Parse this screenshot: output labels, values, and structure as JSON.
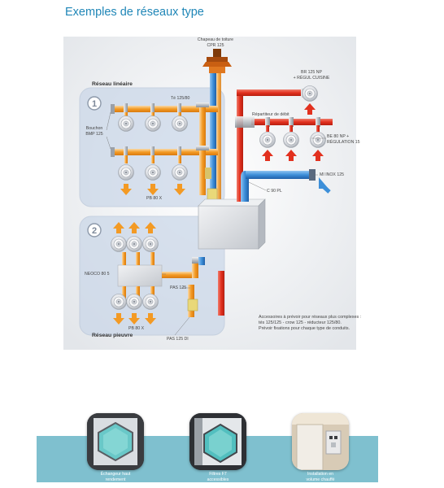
{
  "title": "Exemples de réseaux type",
  "labels": {
    "chapeau": "Chapeau de toiture",
    "chapeau_ref": "CPR 125",
    "reseau_lineaire": "Réseau linéaire",
    "reseau_pieuvre": "Réseau pieuvre",
    "te": "Té 125/80",
    "bouchon_1": "Bouchon",
    "bouchon_2": "BMP 125",
    "pb80_top": "PB 80 X",
    "pb80_bottom": "PB 80 X",
    "bf125_1": "BR 125 NP",
    "bf125_2": "+ RÉGUL CUISINE",
    "repartiteur": "Répartiteur de débit",
    "bo80_1": "BE 80 NP +",
    "bo80_2": "RÉGULATION 15",
    "mi_inox": "MI INOX 125",
    "c90": "C 90 PL",
    "neoco": "NEOCO 80 5",
    "pas125": "PAS 125",
    "pas125di": "PAS 125 DI",
    "num1": "1",
    "num2": "2"
  },
  "note": {
    "line1": "Accessoires à prévoir pour réseaux plus complexes :",
    "line2": "tés 125/125 - crow 125 - réducteur 125/80.",
    "line3": "Prévoir fixations pour chaque type de conduits."
  },
  "banner": {
    "items": [
      {
        "line1": "Échangeur haut",
        "line2": "rendement"
      },
      {
        "line1": "Filtres F7",
        "line2": "accessibles"
      },
      {
        "line1": "Installation en",
        "line2": "volume chauffé"
      }
    ]
  },
  "colors": {
    "title": "#1f86b7",
    "extract": "#f39a24",
    "supply_hot": "#e2311f",
    "fresh_air": "#3d8fd9",
    "panel": "#c9d6e8",
    "banner": "#7fc0cf"
  },
  "icons": [
    "arrow-down-icon",
    "arrow-up-icon",
    "vent-valve-icon"
  ]
}
